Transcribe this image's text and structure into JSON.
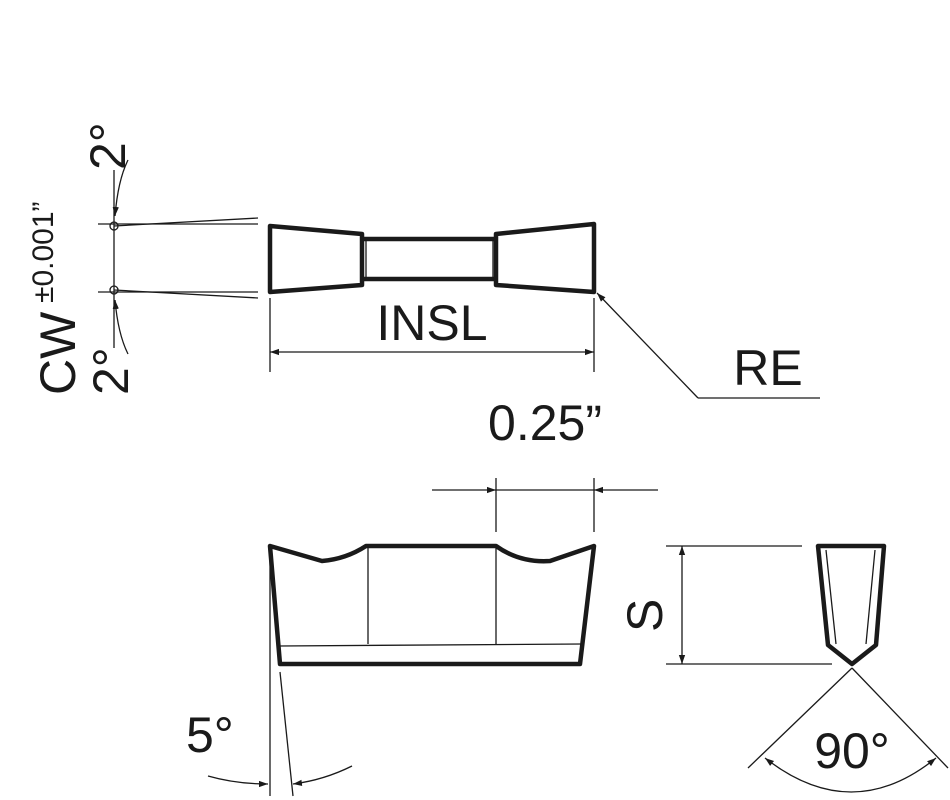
{
  "labels": {
    "cw": "CW",
    "cw_tolerance": "±0.001”",
    "angle_top": "2°",
    "angle_bottom": "2°",
    "insl": "INSL",
    "re": "RE",
    "width_dim": "0.25”",
    "s": "S",
    "relief_angle": "5°",
    "included_angle": "90°"
  }
}
